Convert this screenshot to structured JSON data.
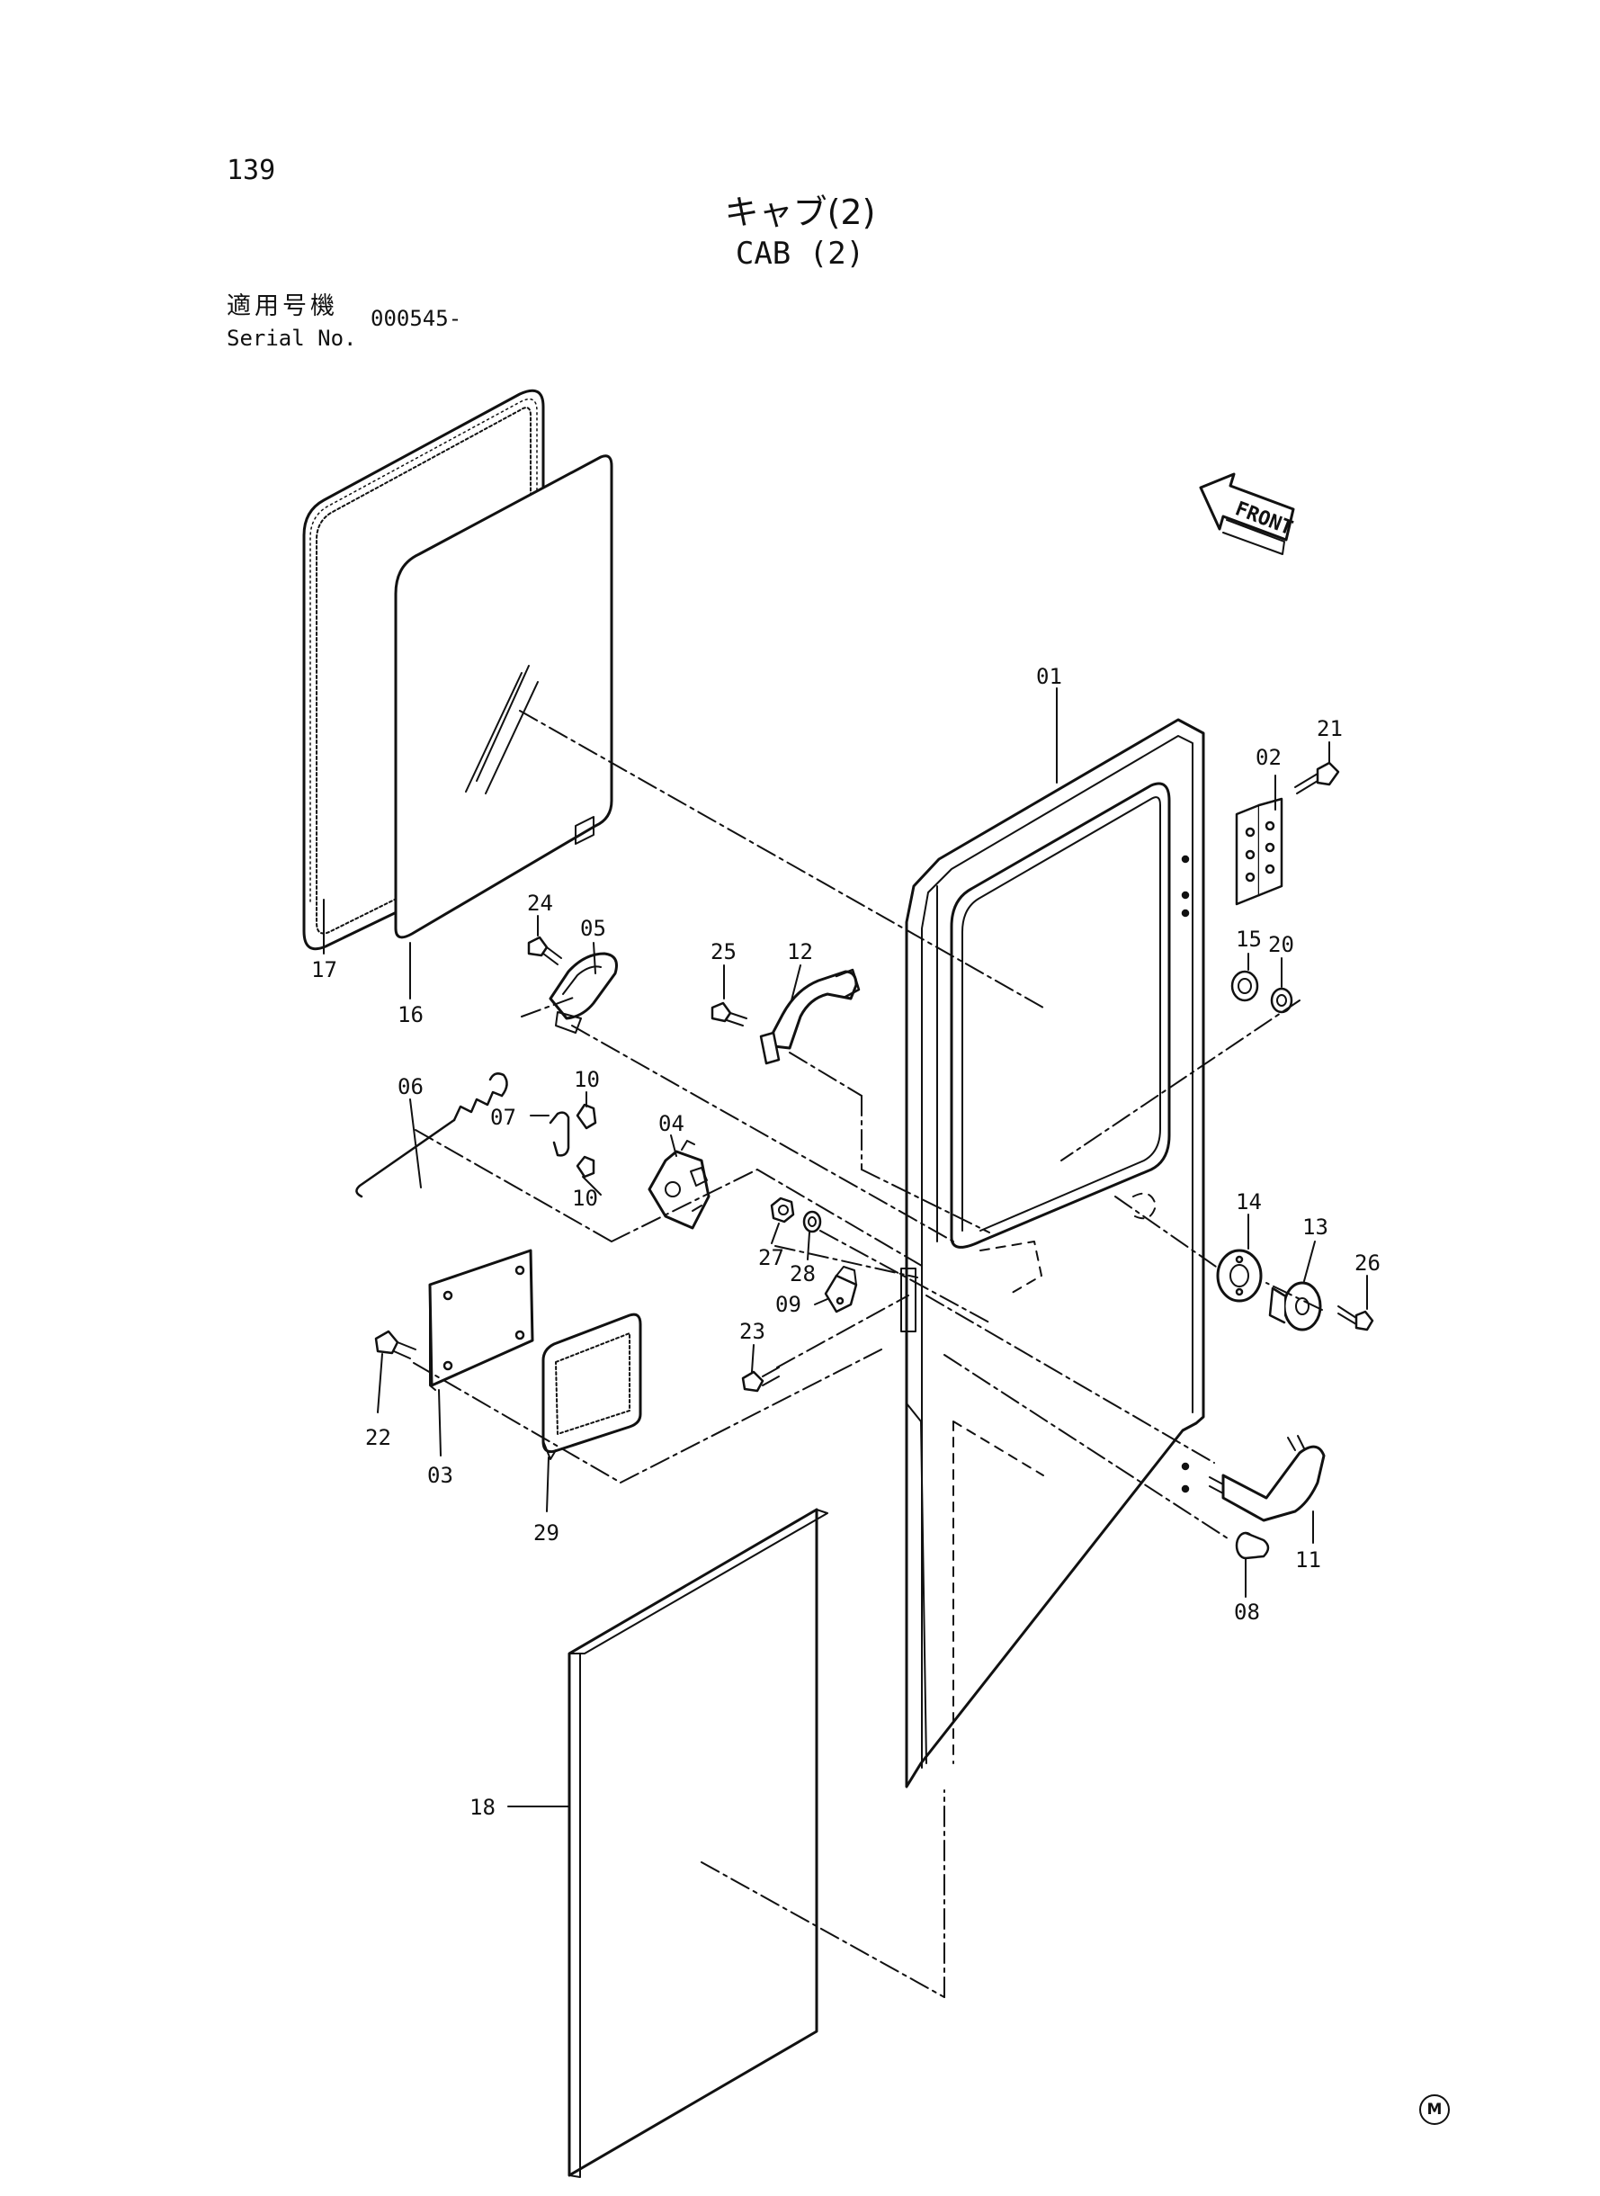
{
  "header": {
    "page_number": "139",
    "title_jp": "キャブ(2)",
    "title_en": "CAB (2)",
    "serial_label_jp": "適用号機",
    "serial_label_en": "Serial No.",
    "serial_value": "000545-"
  },
  "front_arrow_label": "FRONT",
  "callouts": [
    {
      "id": "01",
      "part": "door-frame"
    },
    {
      "id": "02",
      "part": "hinge"
    },
    {
      "id": "03",
      "part": "cover-plate"
    },
    {
      "id": "04",
      "part": "lock"
    },
    {
      "id": "05",
      "part": "inner-handle"
    },
    {
      "id": "06",
      "part": "rod"
    },
    {
      "id": "07",
      "part": "clip"
    },
    {
      "id": "08",
      "part": "key-cylinder"
    },
    {
      "id": "09",
      "part": "striker"
    },
    {
      "id": "10",
      "part": "clip-a"
    },
    {
      "id": "10",
      "part": "clip-b"
    },
    {
      "id": "11",
      "part": "outer-handle"
    },
    {
      "id": "12",
      "part": "grip"
    },
    {
      "id": "13",
      "part": "catch"
    },
    {
      "id": "14",
      "part": "rubber-stop"
    },
    {
      "id": "15",
      "part": "nut"
    },
    {
      "id": "16",
      "part": "glass"
    },
    {
      "id": "17",
      "part": "seal"
    },
    {
      "id": "18",
      "part": "door-panel"
    },
    {
      "id": "20",
      "part": "washer"
    },
    {
      "id": "21",
      "part": "bolt-hinge"
    },
    {
      "id": "22",
      "part": "bolt-cover"
    },
    {
      "id": "23",
      "part": "bolt-striker"
    },
    {
      "id": "24",
      "part": "bolt-handle"
    },
    {
      "id": "25",
      "part": "bolt-grip"
    },
    {
      "id": "26",
      "part": "bolt-catch"
    },
    {
      "id": "27",
      "part": "nut-lock"
    },
    {
      "id": "28",
      "part": "washer-lock"
    },
    {
      "id": "29",
      "part": "gasket"
    }
  ],
  "corner_mark": "M"
}
